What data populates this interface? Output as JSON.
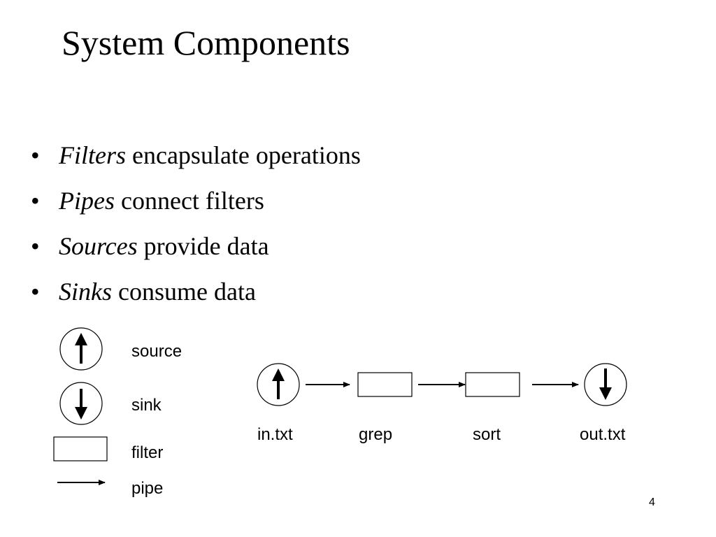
{
  "slide": {
    "title": "System Components",
    "page_number": "4"
  },
  "bullets": [
    {
      "marker": "•",
      "term": "Filters",
      "text": " encapsulate operations"
    },
    {
      "marker": "•",
      "term": "Pipes",
      "text": " connect filters"
    },
    {
      "marker": "•",
      "term": "Sources",
      "text": " provide data"
    },
    {
      "marker": "•",
      "term": "Sinks",
      "text": " consume data"
    }
  ],
  "legend": {
    "source": "source",
    "sink": "sink",
    "filter": "filter",
    "pipe": "pipe"
  },
  "pipeline": {
    "input": "in.txt",
    "filter1": "grep",
    "filter2": "sort",
    "output": "out.txt"
  }
}
